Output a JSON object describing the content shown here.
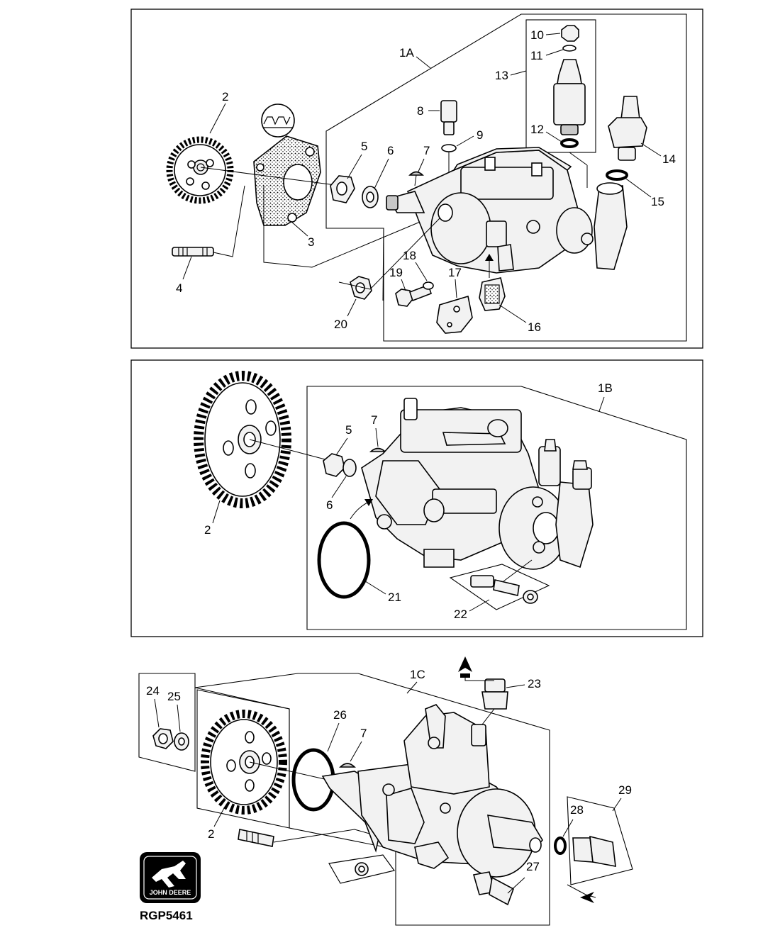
{
  "panels": [
    {
      "id": "panel-1a",
      "group_label": "1A",
      "callouts": [
        "2",
        "3",
        "4",
        "5",
        "6",
        "7",
        "8",
        "9",
        "10",
        "11",
        "12",
        "13",
        "14",
        "15",
        "16",
        "17",
        "18",
        "19",
        "20"
      ]
    },
    {
      "id": "panel-1b",
      "group_label": "1B",
      "callouts": [
        "2",
        "5",
        "6",
        "7",
        "21",
        "22"
      ]
    },
    {
      "id": "panel-1c",
      "group_label": "1C",
      "callouts": [
        "2",
        "7",
        "23",
        "24",
        "25",
        "26",
        "27",
        "28",
        "29"
      ]
    }
  ],
  "logo": {
    "brand_text": "JOHN DEERE",
    "figure_code": "RGP5461"
  }
}
